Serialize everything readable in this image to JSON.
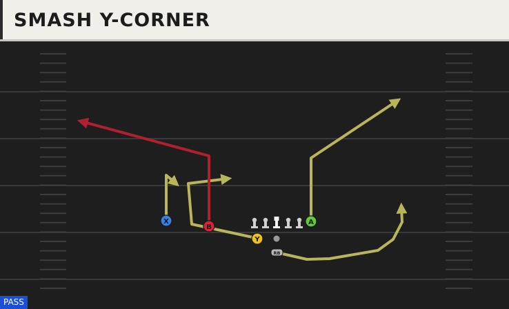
{
  "title": "SMASH Y-CORNER",
  "badge": "PASS",
  "colors": {
    "route_primary": "#b9b55a",
    "route_highlight": "#b0202f",
    "field_bg": "#1e1e1e",
    "yard_line": "#3a3a3a",
    "hash": "#3c3c3c",
    "lineman": "#d0d0d0"
  },
  "players": [
    {
      "id": "X",
      "label": "X",
      "color": "#3b7fe0"
    },
    {
      "id": "B",
      "label": "B",
      "color": "#d6243a"
    },
    {
      "id": "Y",
      "label": "Y",
      "color": "#f0c21f"
    },
    {
      "id": "A",
      "label": "A",
      "color": "#5dcc3a"
    },
    {
      "id": "RB",
      "label": "RB",
      "color": "#b8b8b8"
    }
  ]
}
